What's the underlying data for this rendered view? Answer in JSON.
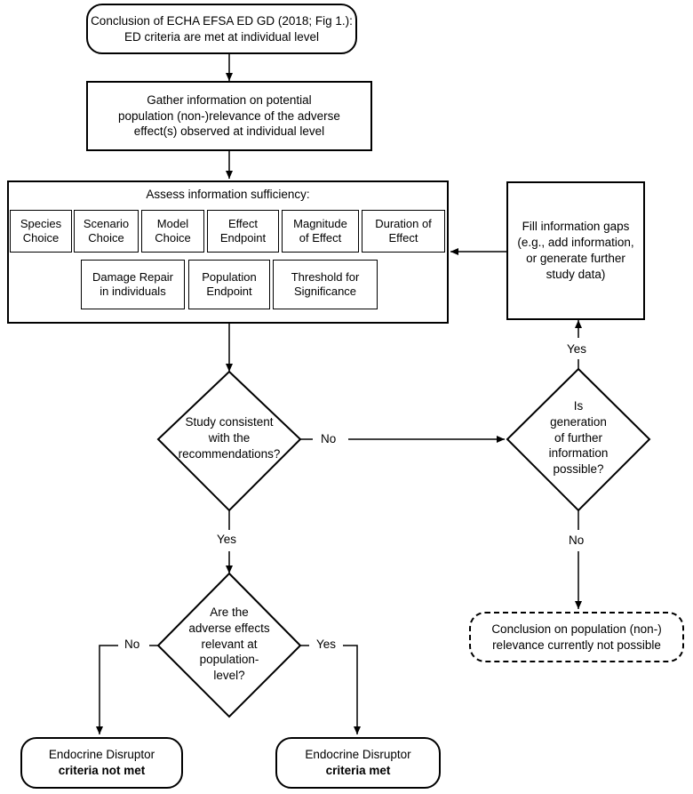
{
  "nodes": {
    "conclusion_echa": {
      "line1": "Conclusion of ECHA EFSA ED GD (2018; Fig 1.):",
      "line2": "ED criteria are met at individual level"
    },
    "gather_info": {
      "line1": "Gather information on potential",
      "line2": "population (non-)relevance of the adverse",
      "line3": "effect(s) observed at individual level"
    },
    "assess": {
      "title": "Assess information sufficiency:",
      "items": [
        {
          "line1": "Species",
          "line2": "Choice"
        },
        {
          "line1": "Scenario",
          "line2": "Choice"
        },
        {
          "line1": "Model",
          "line2": "Choice"
        },
        {
          "line1": "Effect",
          "line2": "Endpoint"
        },
        {
          "line1": "Magnitude",
          "line2": "of Effect"
        },
        {
          "line1": "Duration of",
          "line2": "Effect"
        },
        {
          "line1": "Damage Repair",
          "line2": "in individuals"
        },
        {
          "line1": "Population",
          "line2": "Endpoint"
        },
        {
          "line1": "Threshold for",
          "line2": "Significance"
        }
      ]
    },
    "fill_gaps": {
      "line1": "Fill information gaps",
      "line2": "(e.g., add information,",
      "line3": "or generate further",
      "line4": "study data)"
    },
    "study_consistent": {
      "line1": "Study consistent",
      "line2": "with the",
      "line3": "recommendations?"
    },
    "generation_possible": {
      "line1": "Is",
      "line2": "generation",
      "line3": "of further",
      "line4": "information",
      "line5": "possible?"
    },
    "relevant_population": {
      "line1": "Are the",
      "line2": "adverse effects",
      "line3": "relevant at",
      "line4": "population-",
      "line5": "level?"
    },
    "not_possible": {
      "line1": "Conclusion on population (non-)",
      "line2": "relevance currently not possible"
    },
    "ed_not_met": {
      "line1": "Endocrine Disruptor",
      "line2": "criteria not met"
    },
    "ed_met": {
      "line1": "Endocrine Disruptor",
      "line2": "criteria met"
    }
  },
  "edge_labels": {
    "study_no": "No",
    "study_yes": "Yes",
    "generation_yes": "Yes",
    "generation_no": "No",
    "relevant_no": "No",
    "relevant_yes": "Yes"
  }
}
